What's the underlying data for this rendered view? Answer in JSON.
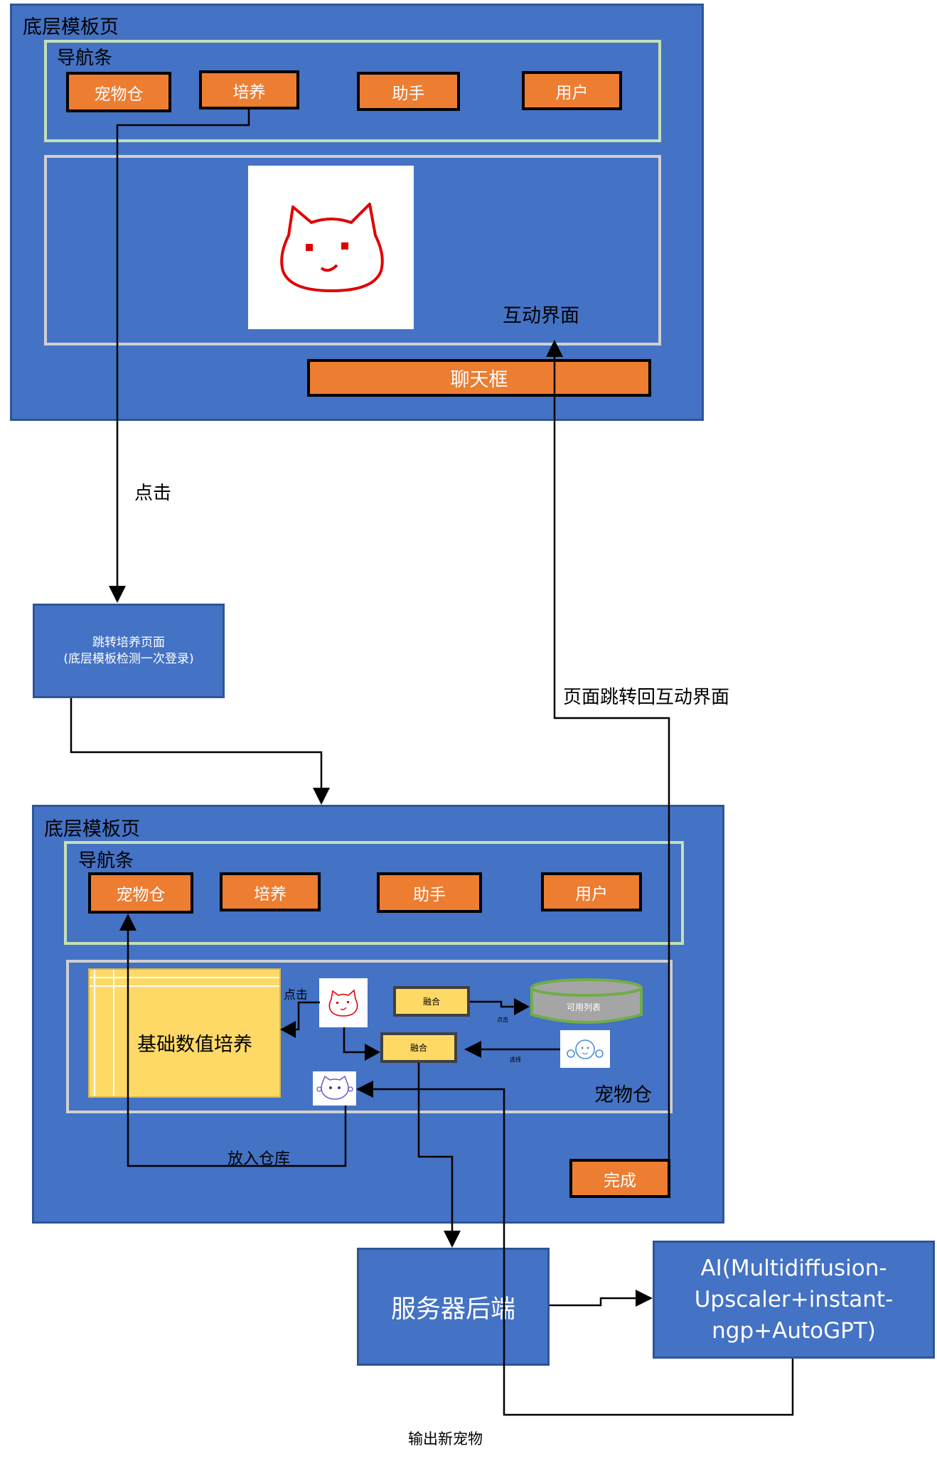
{
  "top_page": {
    "title": "底层模板页",
    "nav_title": "导航条",
    "nav": [
      "宠物仓",
      "培养",
      "助手",
      "用户"
    ],
    "interaction_label": "互动界面",
    "chat": "聊天框"
  },
  "click_label": "点击",
  "jump_box": {
    "line1": "跳转培养页面",
    "line2": "(底层模板检测一次登录)"
  },
  "return_label": "页面跳转回互动界面",
  "bottom_page": {
    "title": "底层模板页",
    "nav_title": "导航条",
    "nav": [
      "宠物仓",
      "培养",
      "助手",
      "用户"
    ],
    "base_stats": "基础数值培养",
    "click_small": "点击",
    "fuse1": "融合",
    "fuse2": "融合",
    "available_list": "可用列表",
    "tiny_click": "点击",
    "tiny_select": "选择",
    "warehouse_label": "宠物仓",
    "store_label": "放入仓库",
    "done": "完成"
  },
  "server": "服务器后端",
  "ai_box": {
    "line1": "AI(Multidiffusion-",
    "line2": "Upscaler+instant-",
    "line3": "ngp+AutoGPT)"
  },
  "output_label": "输出新宠物",
  "colors": {
    "blue": "#4472C4",
    "orange": "#ED7D31",
    "yellow": "#FFD966",
    "green_frame": "#C5E0B4",
    "db_fill": "#A5A5A5",
    "db_border": "#70AD47",
    "cat_red": "#E00000"
  },
  "icons": [
    "cat-pet-icon",
    "small-cat-icon",
    "blue-creature-icon",
    "purple-cat-icon",
    "database-icon",
    "arrow-icon"
  ]
}
